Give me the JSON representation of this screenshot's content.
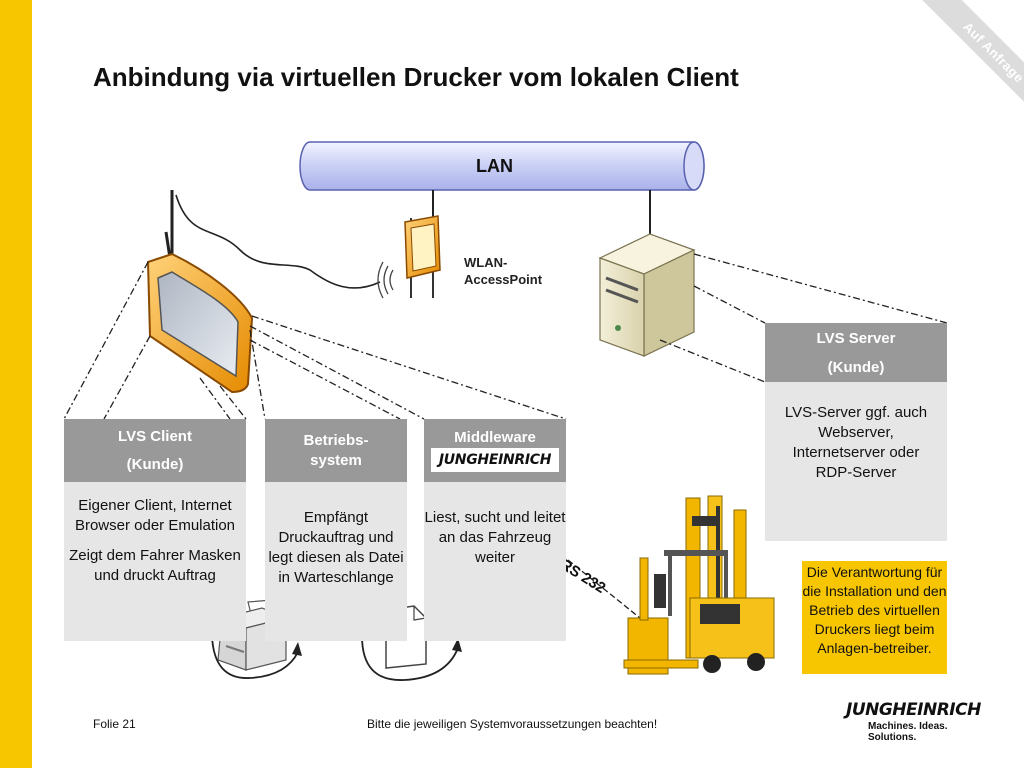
{
  "slide": {
    "title": "Anbindung via virtuellen Drucker vom lokalen Client",
    "corner_label": "Auf Anfrage",
    "accent_color": "#f7c600"
  },
  "network": {
    "lan_label": "LAN",
    "wlan_label_line1": "WLAN-",
    "wlan_label_line2": "AccessPoint",
    "rs232_label": "RS 232"
  },
  "boxes": {
    "client": {
      "title": "LVS Client",
      "subtitle": "(Kunde)",
      "text1": "Eigener Client, Internet Browser oder Emulation",
      "text2": "Zeigt dem Fahrer Masken und druckt Auftrag"
    },
    "os": {
      "title_line1": "Betriebs-",
      "title_line2": "system",
      "text": "Empfängt Druckauftrag und legt diesen als Datei in Warteschlange"
    },
    "middleware": {
      "title": "Middleware",
      "logo_text": "JUNGHEINRICH",
      "text": "Liest, sucht und leitet an das Fahrzeug weiter"
    },
    "server": {
      "title": "LVS Server",
      "subtitle": "(Kunde)",
      "text": "LVS-Server ggf. auch Webserver, Internetserver oder RDP-Server"
    }
  },
  "note": {
    "text": "Die Verantwortung für die Installation und den Betrieb des virtuellen Druckers liegt beim Anlagen-betreiber."
  },
  "footer": {
    "slide_number": "Folie 21",
    "notice": "Bitte die jeweiligen Systemvoraussetzungen beachten!",
    "logo_text": "JUNGHEINRICH",
    "tagline": "Machines. Ideas. Solutions."
  }
}
